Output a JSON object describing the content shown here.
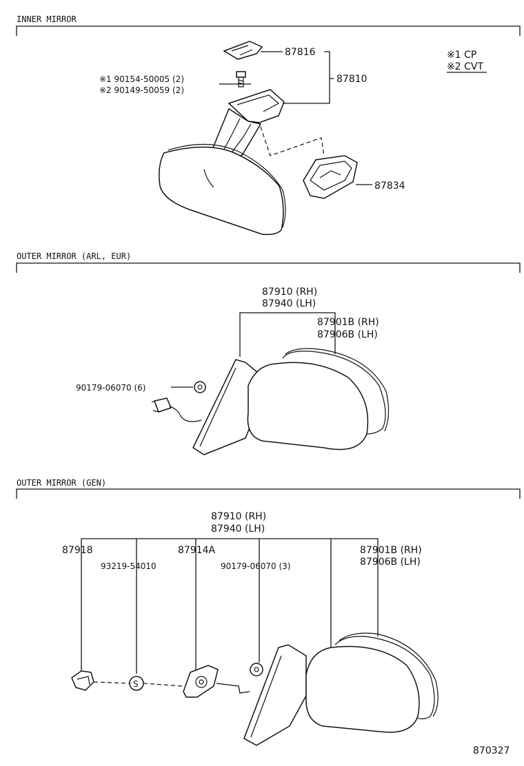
{
  "sections": [
    {
      "title": "INNER MIRROR"
    },
    {
      "title": "OUTER MIRROR (ARL, EUR)"
    },
    {
      "title": "OUTER MIRROR (GEN)"
    }
  ],
  "legend": [
    "※1 CP",
    "※2 CVT"
  ],
  "inner": {
    "p87816": "87816",
    "p87810": "87810",
    "p87834": "87834",
    "bolt1": "※1 90154-50005 (2)",
    "bolt2": "※2 90149-50059 (2)"
  },
  "outer_arl": {
    "assy_rh": "87910 (RH)",
    "assy_lh": "87940 (LH)",
    "glass_rh": "87901B (RH)",
    "glass_lh": "87906B (LH)",
    "nut": "90179-06070 (6)"
  },
  "outer_gen": {
    "assy_rh": "87910 (RH)",
    "assy_lh": "87940 (LH)",
    "p87918": "87918",
    "p93219": "93219-54010",
    "p87914a": "87914A",
    "nut": "90179-06070 (3)",
    "glass_rh": "87901B (RH)",
    "glass_lh": "87906B (LH)",
    "s_mark": "S"
  },
  "drawing_no": "870327"
}
